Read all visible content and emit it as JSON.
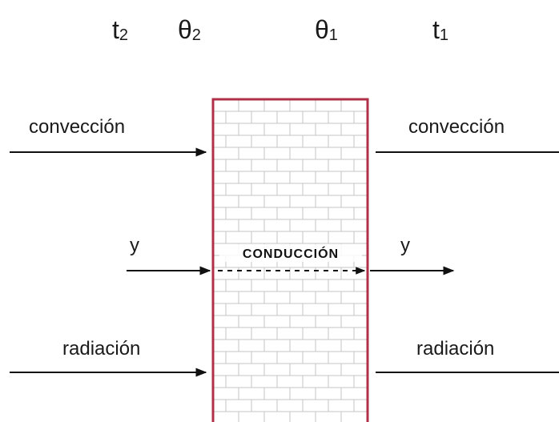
{
  "header": {
    "t2": {
      "base": "t",
      "sub": "2"
    },
    "theta2": {
      "base": "θ",
      "sub": "2"
    },
    "theta1": {
      "base": "θ",
      "sub": "1"
    },
    "t1": {
      "base": "t",
      "sub": "1"
    }
  },
  "left": {
    "convection": "convección",
    "and": "y",
    "radiation": "radiación"
  },
  "right": {
    "convection": "convección",
    "and": "y",
    "radiation": "radiación"
  },
  "wall": {
    "label": "CONDUCCIÓN",
    "border_color": "#b0304a",
    "mortar_color": "#c6c6c6"
  },
  "colors": {
    "arrow": "#111111",
    "text": "#1a1a1a"
  }
}
